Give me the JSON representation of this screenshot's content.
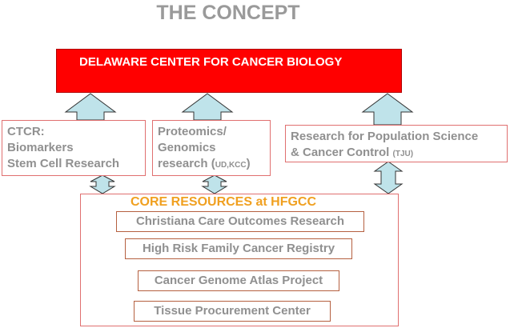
{
  "title": "THE CONCEPT",
  "center": {
    "label": "DELAWARE CENTER FOR CANCER BIOLOGY"
  },
  "boxes": [
    {
      "lines": [
        "CTCR:",
        "Biomarkers",
        "Stem Cell Research"
      ]
    },
    {
      "lines": [
        "Proteomics/",
        "Genomics"
      ],
      "last_line": "research (",
      "last_small": "UD,KCC",
      "last_end": ")"
    },
    {
      "line1": "Research for  Population Science",
      "line2": "&  Cancer Control ",
      "line2_small": "(TJU)"
    }
  ],
  "core": {
    "title": "CORE RESOURCES at HFGCC",
    "items": [
      "Christiana Care Outcomes Research",
      "High Risk Family Cancer Registry",
      "Cancer Genome Atlas Project",
      "Tissue Procurement Center"
    ]
  },
  "colors": {
    "center_fill": "#ff0000",
    "arrow_fill": "#bfe3ea",
    "box_border": "#e07070",
    "core_title": "#f0a020",
    "text": "#909090"
  }
}
